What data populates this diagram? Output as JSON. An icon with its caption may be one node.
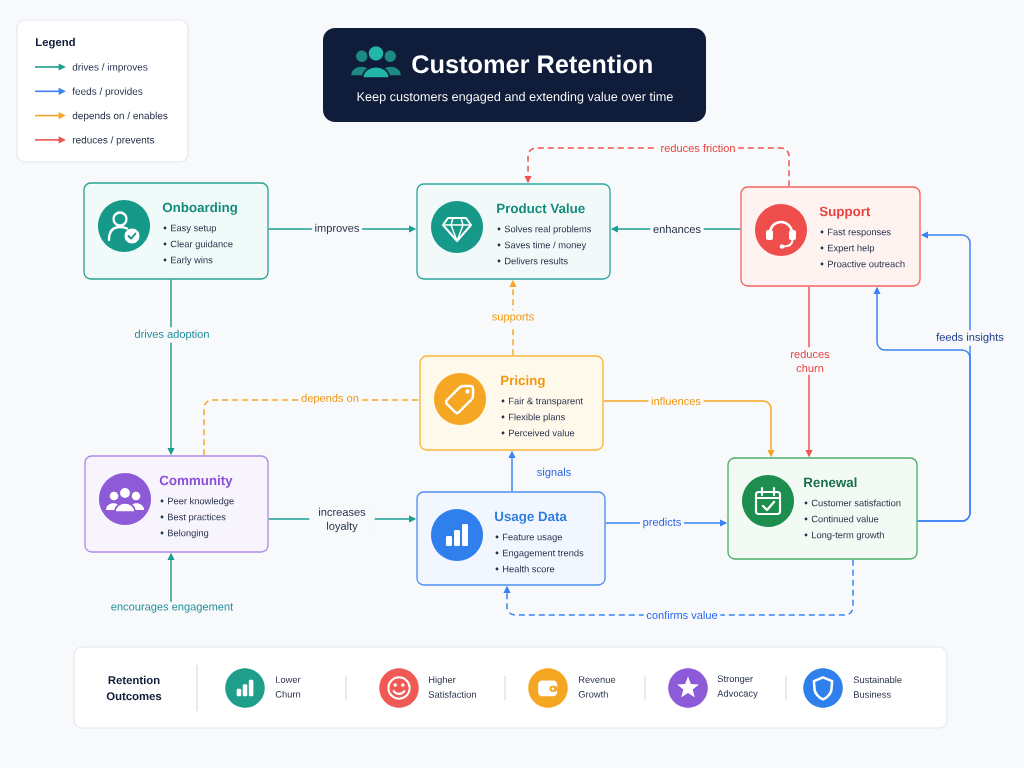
{
  "diagram": {
    "title": "Customer Retention",
    "nodes": [
      {
        "text": [
          "Onboarding",
          "Easy setup",
          "Clear guidance",
          "Early wins"
        ]
      },
      {
        "text": [
          "Product Value",
          "Solves real problems",
          "Saves time / money",
          "Delivers results"
        ]
      },
      {
        "text": [
          "Support",
          "Fast responses",
          "Expert help",
          "Proactive outreach"
        ]
      },
      {
        "text": [
          "Pricing",
          "Fair & transparent",
          "Flexible plans",
          "Perceived value"
        ]
      },
      {
        "text": [
          "Community",
          "Peer knowledge",
          "Best practices",
          "Belonging"
        ]
      },
      {
        "text": [
          "Usage Data",
          "Feature usage",
          "Engagement trends",
          "Health score"
        ]
      },
      {
        "text": [
          "Renewal",
          "Customer satisfaction",
          "Continued value",
          "Long-term growth"
        ]
      },
      {
        "text": [
          "encourages engagement"
        ]
      },
      {
        "text": [
          "Retention Outcomes",
          "Lower Churn",
          "Higher Satisfaction",
          "Revenue Growth",
          "Stronger Advocacy",
          "Sustainable Business"
        ]
      }
    ],
    "edges": [
      {
        "from": 0,
        "to": 1,
        "label": "improves",
        "arrow": "to"
      },
      {
        "from": 2,
        "to": 1,
        "label": "enhances",
        "arrow": "to"
      },
      {
        "from": 2,
        "to": 1,
        "label": "reduces friction",
        "arrow": "to",
        "style": "dashed",
        "color": "#ef5350"
      },
      {
        "from": 0,
        "to": 4,
        "label": "drives adoption",
        "arrow": "to"
      },
      {
        "from": 3,
        "to": 1,
        "label": "supports",
        "arrow": "to",
        "style": "dashed",
        "color": "#f5a623"
      },
      {
        "from": 4,
        "to": 3,
        "label": "depends on",
        "arrow": "none",
        "style": "dashed",
        "color": "#f5a623"
      },
      {
        "from": 3,
        "to": 6,
        "label": "influences",
        "arrow": "to",
        "color": "#f5a623"
      },
      {
        "from": 2,
        "to": 6,
        "label": "reduces churn",
        "arrow": "to",
        "color": "#ef5350"
      },
      {
        "from": 6,
        "to": 2,
        "label": "feeds insights",
        "arrow": "to",
        "color": "#3b82f6"
      },
      {
        "from": 6,
        "to": 2,
        "arrow": "to",
        "color": "#3b82f6"
      },
      {
        "from": 4,
        "to": 5,
        "label": "increases loyalty",
        "arrow": "to"
      },
      {
        "from": 5,
        "to": 3,
        "label": "signals",
        "arrow": "to",
        "color": "#3b82f6"
      },
      {
        "from": 5,
        "to": 6,
        "label": "predicts",
        "arrow": "to",
        "color": "#3b82f6"
      },
      {
        "from": 6,
        "to": 5,
        "label": "confirms value",
        "arrow": "to",
        "style": "dashed",
        "color": "#3b82f6"
      },
      {
        "from": 7,
        "to": 4,
        "arrow": "to"
      }
    ],
    "labels": [
      "Legend",
      "Keep customers engaged and extending value over time"
    ],
    "legend": [
      {
        "text": "drives / improves"
      },
      {
        "text": "feeds / provides"
      },
      {
        "text": "depends on / enables"
      },
      {
        "text": "reduces / prevents"
      }
    ]
  }
}
